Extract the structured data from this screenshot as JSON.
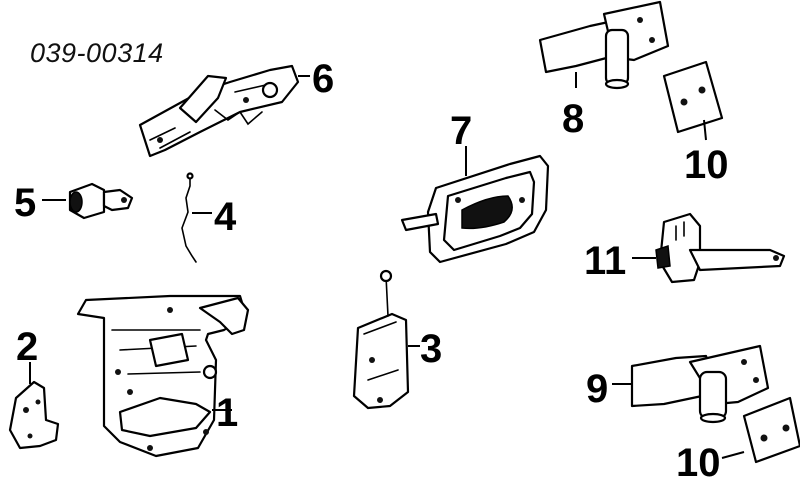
{
  "diagram": {
    "code": "039-00314",
    "callouts": {
      "p1": "1",
      "p2": "2",
      "p3": "3",
      "p4": "4",
      "p5": "5",
      "p6": "6",
      "p7": "7",
      "p8": "8",
      "p9": "9",
      "p10a": "10",
      "p10b": "10",
      "p11": "11"
    }
  }
}
